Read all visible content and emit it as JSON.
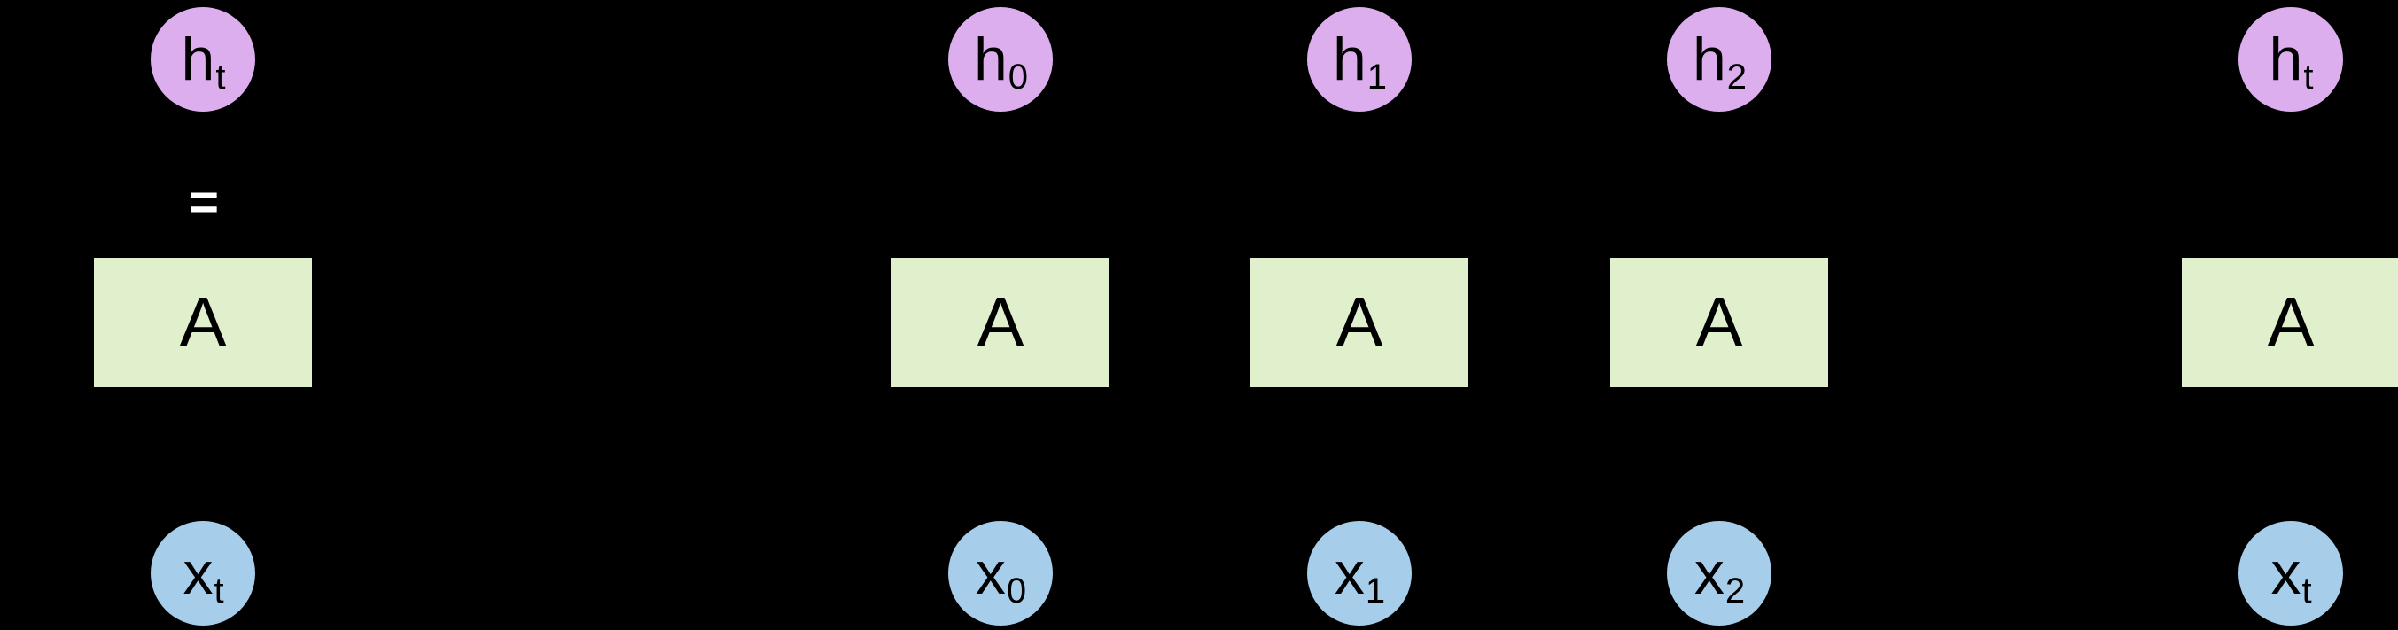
{
  "figure": {
    "background_color": "#000000",
    "hidden_state_color": "#dcaeee",
    "input_color": "#a6cdea",
    "cell_color": "#e0f0cc",
    "text_color": "#000000",
    "equals_color": "#ffffff",
    "equals_symbol": "=",
    "ellipsis_left": "...",
    "ellipsis_right": "..."
  },
  "rolled": {
    "hidden": {
      "base": "h",
      "subscript": "t"
    },
    "cell": {
      "label": "A"
    },
    "input": {
      "base": "x",
      "subscript": "t"
    }
  },
  "unrolled": [
    {
      "hidden": {
        "base": "h",
        "subscript": "0"
      },
      "cell": {
        "label": "A"
      },
      "input": {
        "base": "x",
        "subscript": "0"
      }
    },
    {
      "hidden": {
        "base": "h",
        "subscript": "1"
      },
      "cell": {
        "label": "A"
      },
      "input": {
        "base": "x",
        "subscript": "1"
      }
    },
    {
      "hidden": {
        "base": "h",
        "subscript": "2"
      },
      "cell": {
        "label": "A"
      },
      "input": {
        "base": "x",
        "subscript": "2"
      }
    },
    {
      "hidden": {
        "base": "h",
        "subscript": "t"
      },
      "cell": {
        "label": "A"
      },
      "input": {
        "base": "x",
        "subscript": "t"
      }
    }
  ]
}
